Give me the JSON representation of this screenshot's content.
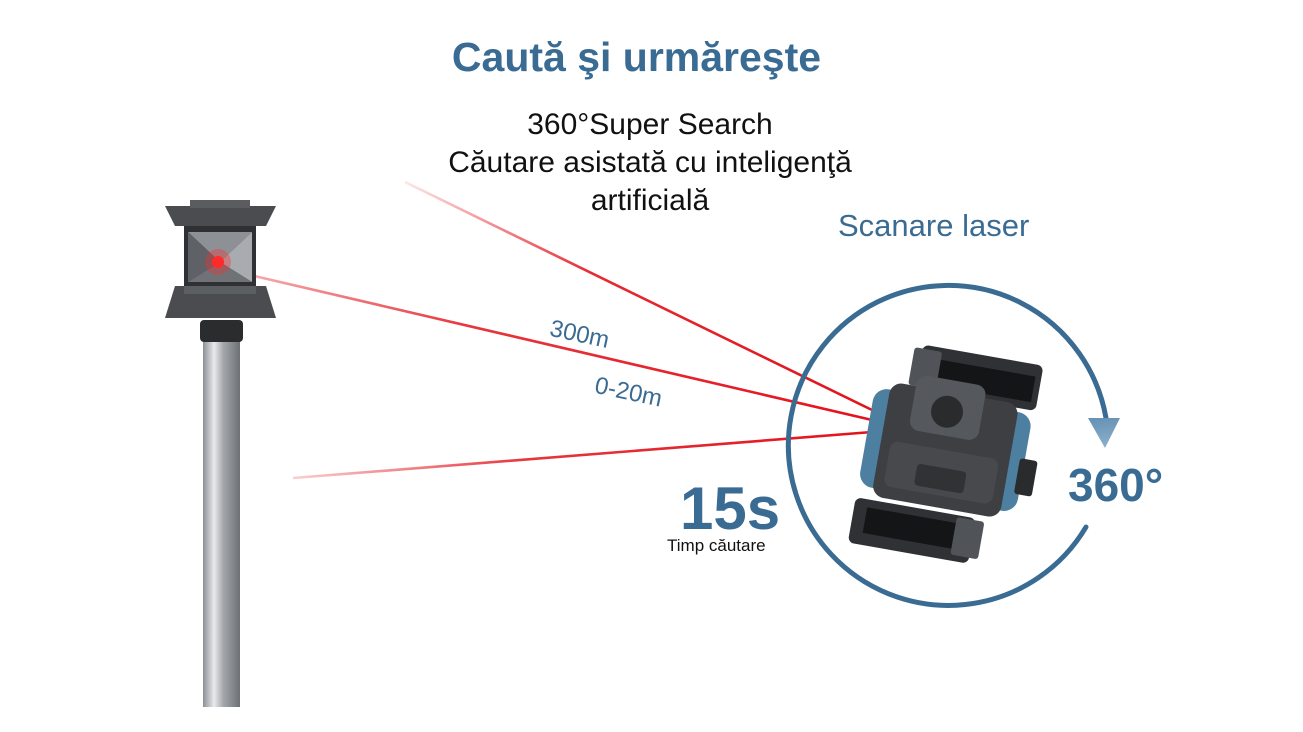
{
  "header": {
    "title": "Caută şi urmăreşte",
    "subtitle_lines": [
      "360°Super Search",
      "Căutare asistată cu inteligenţă",
      "artificială"
    ]
  },
  "labels": {
    "scan": "Scanare laser",
    "distance_long": "300m",
    "distance_short": "0-20m",
    "search_time_value": "15s",
    "search_time_label": "Timp căutare",
    "rotation": "360°"
  },
  "colors": {
    "accent": "#3a6b93",
    "laser": "#e3121b",
    "device_body": "#3d3f42",
    "device_blue": "#4d7fa0",
    "pole": "#b9bcbf"
  },
  "icons": {
    "prism": "prism-reflector-icon",
    "pole": "survey-pole-icon",
    "scanner": "total-station-icon",
    "rotation": "rotation-arrow-icon"
  }
}
